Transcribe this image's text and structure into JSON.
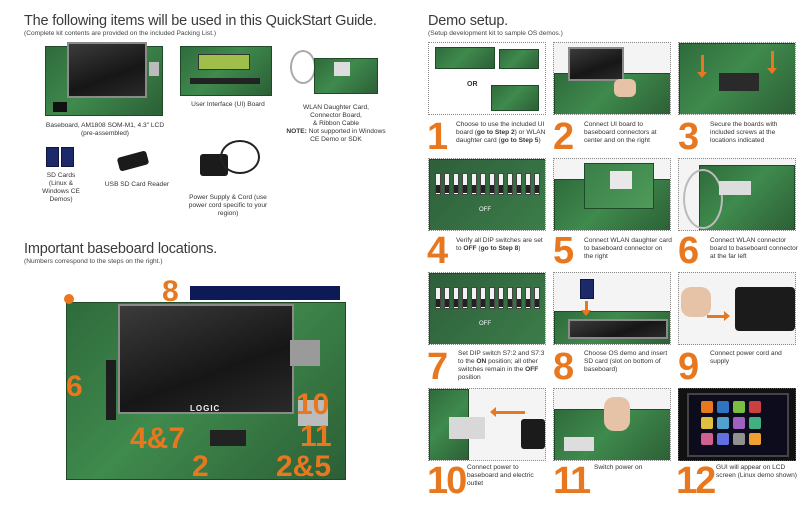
{
  "left": {
    "items_title": "The following items will be used in this QuickStart Guide.",
    "items_subtitle": "(Complete kit contents are provided on the included Packing List.)",
    "items": {
      "baseboard": "Baseboard, AM1808 SOM-M1, 4.3\" LCD (pre-assembled)",
      "ui_board": "User Interface (UI) Board",
      "wlan_line1": "WLAN Daughter Card,",
      "wlan_line2": "Connector Board,",
      "wlan_line3": "& Ribbon Cable",
      "wlan_note_label": "NOTE:",
      "wlan_note_text": "Not supported in Windows CE Demo or SDK",
      "sd_cards": "SD Cards (Linux & Windows CE Demos)",
      "usb_reader": "USB SD Card Reader",
      "power_supply": "Power Supply & Cord (use power cord specific to your region)"
    },
    "locations_title": "Important baseboard locations.",
    "locations_subtitle": "(Numbers correspond to the steps on the right.)",
    "locations": {
      "n8": "8",
      "n6": "6",
      "n47": "4&7",
      "n2": "2",
      "n10": "10",
      "n11": "11",
      "n25": "2&5"
    },
    "logo_text": "LOGIC"
  },
  "right": {
    "demo_title": "Demo setup.",
    "demo_subtitle": "(Setup development kit to sample OS demos.)",
    "or_label": "OR",
    "steps": [
      {
        "num": "1",
        "pre": "Choose to use the included UI board (",
        "b1": "go to Step 2",
        "mid": ") or WLAN daughter card (",
        "b2": "go to Step 5",
        "post": ")"
      },
      {
        "num": "2",
        "text": "Connect UI board to baseboard connectors at center and on the right"
      },
      {
        "num": "3",
        "text": "Secure the boards with included screws at the locations indicated"
      },
      {
        "num": "4",
        "pre": "Verify all DIP switches are set to ",
        "b1": "OFF",
        "mid": " (",
        "b2": "go to Step 8",
        "post": ")"
      },
      {
        "num": "5",
        "text": "Connect WLAN daughter card to baseboard connector on the right"
      },
      {
        "num": "6",
        "text": "Connect WLAN connector board to baseboard connector at the far left"
      },
      {
        "num": "7",
        "pre": "Set DIP switch S7:2 and S7:3 to the ",
        "b1": "ON",
        "mid": " position; all other switches remain in the ",
        "b2": "OFF",
        "post": " position"
      },
      {
        "num": "8",
        "text": "Choose OS demo and insert SD card (slot on bottom of baseboard)"
      },
      {
        "num": "9",
        "text": "Connect power cord and supply"
      },
      {
        "num": "10",
        "text": "Connect power to baseboard and electric outlet"
      },
      {
        "num": "11",
        "text": "Switch power on"
      },
      {
        "num": "12",
        "text": "GUI will appear on LCD screen (Linux demo shown)"
      }
    ],
    "dip_off_label": "OFF"
  },
  "colors": {
    "accent_orange": "#e8781f",
    "pcb_green": "#3f8a4d",
    "heading_gray": "#3a3a3a"
  }
}
